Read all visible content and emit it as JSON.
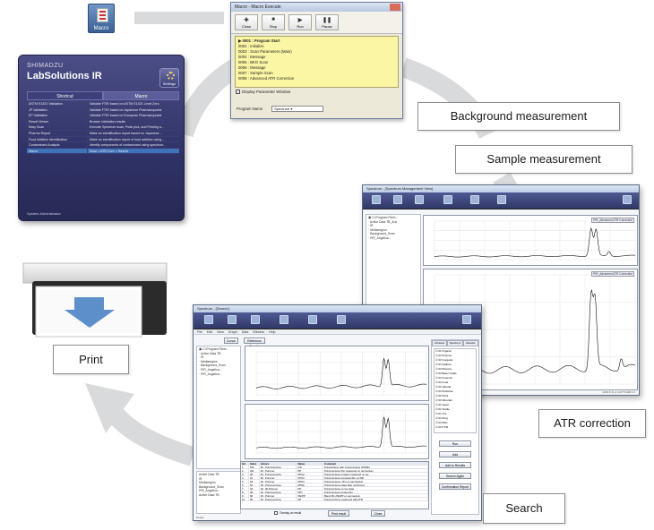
{
  "colors": {
    "cycle_arrow": "#d9dadc",
    "label_border": "#8d8d8d",
    "lab_panel": "#2f3266",
    "macro_list_bg": "#fbf6a4",
    "print_arrow": "#5d8fcb",
    "spectrum_line": "#111111"
  },
  "macro_icon": {
    "label": "Macro",
    "icon": "macro-document-icon"
  },
  "labsolutions": {
    "brand": "SHIMADZU",
    "title": "LabSolutions IR",
    "settings_label": "Settings",
    "tabs": [
      "Shortcut",
      "Macro"
    ],
    "rows": [
      {
        "name": "ASTM E1421 Validation",
        "desc": "Validate FTIR based on ASTM E1421 Level Zero"
      },
      {
        "name": "JP Validation",
        "desc": "Validate FTIR based on Japanese Pharmacopoeia"
      },
      {
        "name": "EP Validation",
        "desc": "Validate FTIR based on European Pharmacopoeia"
      },
      {
        "name": "Result Viewer",
        "desc": "Browse Validation results"
      },
      {
        "name": "Easy Scan",
        "desc": "Execute Spectrum scan, Peak pick, and Printing a..."
      },
      {
        "name": "Pharma Report",
        "desc": "Make an identification report based on Japanese..."
      },
      {
        "name": "Food Additive Identification",
        "desc": "Make an identification report of food additive using..."
      },
      {
        "name": "Contaminant Analysis",
        "desc": "Identify components of contaminant using spectrum..."
      },
      {
        "name": "Macro",
        "desc": "Scan > ATR Corr. > Search"
      }
    ],
    "selected_row": 8,
    "user": "System Administrator"
  },
  "macro_execute": {
    "title": "Macro - Macro Execute",
    "buttons": [
      "Close",
      "Stop",
      "Run",
      "Pause"
    ],
    "steps": [
      "0001 : Program Start",
      "0002 : Initialize",
      "0003 : Scan Parameters (Main)",
      "0004 : Message",
      "0005 : BKG Scan",
      "0006 : Message",
      "0007 : Sample Scan",
      "0008 : Advanced ATR Correction"
    ],
    "current_step": 0,
    "option_label": "Display Parameter Window",
    "option_checked": true,
    "program_name_label": "Program Name",
    "program_name_value": "Spectrum"
  },
  "steps_labels": {
    "background": "Background measurement",
    "sample": "Sample measurement",
    "atr": "ATR correction",
    "search": "Search",
    "print": "Print"
  },
  "atr_window": {
    "title": "Spectrum - [Spectrum Management View]",
    "tree": [
      "C:\\Program Files\\...",
      "Active Data TB_Aux",
      "IR",
      "Mediaregion",
      "Background_Scan",
      "PIR_Angelica..."
    ],
    "top_tag": "PIR_Advanced ATR Correction",
    "bottom_tag": "PIR_Advanced ATR Correction",
    "status": "2200.8  21.2  GOTTLIEB  1.0"
  },
  "search_window": {
    "title": "Spectrum - [Search]",
    "menu": [
      "File",
      "Edit",
      "View",
      "Graph",
      "Data",
      "Window",
      "Help"
    ],
    "button_labels": [
      "Cursor",
      "Reference Results"
    ],
    "tree": [
      "C:\\Program Files\\...",
      "Active Data TB",
      "IR",
      "Mediaregion",
      "Background_Scan",
      "PIR_Angelica...",
      "PIR_Angelica..."
    ],
    "tabs": [
      "Libraries",
      "Spectrum",
      "Results"
    ],
    "libraries": [
      "IR Organic",
      "IR Polymer",
      "IR Inorganic",
      "IR Additive",
      "IR Pharma",
      "IR Basic Fields",
      "IR Forensic",
      "IR Food",
      "IR Natural",
      "IR Pesticide",
      "IR Paint",
      "IR Minerals",
      "IR Vapor",
      "IR Textile",
      "IR Tire",
      "IR Drug",
      "IR Misc",
      "IR FTIR"
    ],
    "right_buttons": [
      "Run",
      "Add",
      "Add to Results",
      "Search Again",
      "Confirmation Report"
    ],
    "results_header": [
      "Hit",
      "Index",
      "Library",
      "Name",
      "Comment"
    ],
    "results": [
      [
        "1",
        "873",
        "IR - Polypropylene",
        "P.P.",
        "Polyethylene with polypropylene (POPE) "
      ],
      [
        "2",
        "221",
        "IR - Polymer",
        "PP",
        "Polypropylene film measured on germanium"
      ],
      [
        "3",
        "35",
        "IR - Polypropylene",
        "PP(A)",
        "Polypropylene powder measured on Ge"
      ],
      [
        "4",
        "16",
        "IR - Polymer",
        "PP(K)",
        "Polypropylene prepared film on KBr"
      ],
      [
        "5",
        "18",
        "IR - Polymer",
        "PP(F)",
        "Polypropylene / film on germanium"
      ],
      [
        "6",
        "51",
        "IR - Polypropylene",
        "PPGF",
        "Polypropylene glass fiber reinforced"
      ],
      [
        "7",
        "44",
        "IR - IR-Polymer",
        "PP",
        "Polypropylene on Ge plate"
      ],
      [
        "8",
        "39",
        "IR - Polypropylene",
        "PPT",
        "Polypropylene treated Ge"
      ],
      [
        "9",
        "66",
        "IR - Polymer",
        "PE/PP",
        "Blend film PE/PP on germanium"
      ],
      [
        "10",
        "55",
        "IR - Polypropylene",
        "PP",
        "Polypropylene measured with ATR"
      ]
    ],
    "bottom_buttons": [
      "Print result",
      "Close"
    ],
    "checkbox_label": "Overlay on result",
    "status": "Ready"
  }
}
